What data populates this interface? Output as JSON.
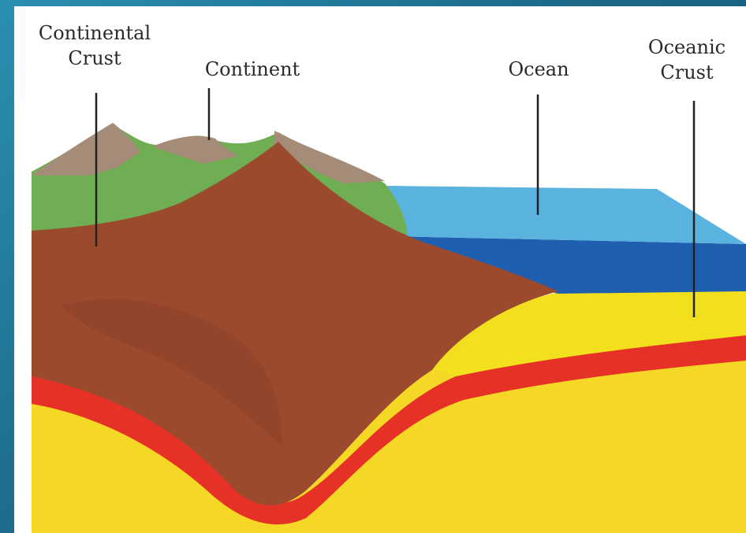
{
  "diagram": {
    "labels": {
      "continental_crust": [
        "Continental",
        "Crust"
      ],
      "continent": "Continent",
      "ocean": "Ocean",
      "oceanic_crust": [
        "Oceanic",
        "Crust"
      ]
    },
    "colors": {
      "slide_background": "#1f6f8f",
      "continental_crust": "#9b4a2e",
      "mountain_green": "#6fae52",
      "mountain_peak": "#a58c78",
      "ocean_light": "#5ab3de",
      "ocean_deep": "#1f5fb0",
      "oceanic_crust": "#f2e01e",
      "magma_red": "#e63226",
      "mantle": "#f4d825"
    }
  }
}
